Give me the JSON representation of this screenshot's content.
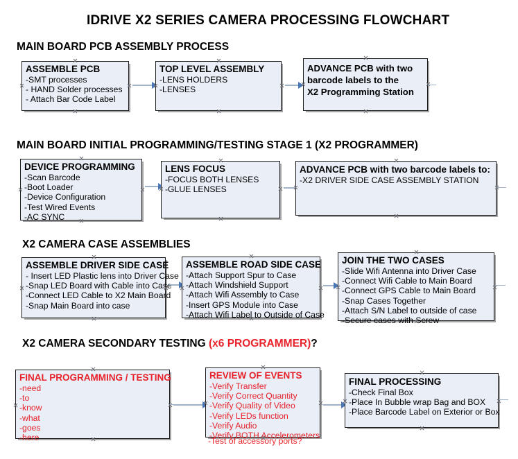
{
  "title": "IDRIVE X2  SERIES CAMERA PROCESSING FLOWCHART",
  "colors": {
    "box_fill": "#e9eef7",
    "box_border": "#1b1b1b",
    "accent_red": "#e8222a",
    "arrow_line": "#9fb2c8",
    "arrow_head": "#4a77b5",
    "text": "#000000",
    "page_background": "#ffffff"
  },
  "sections": [
    {
      "heading": "MAIN BOARD PCB ASSEMBLY PROCESS",
      "heading_accent": "",
      "heading_tail": "",
      "boxes": [
        {
          "title": "ASSEMBLE PCB",
          "lines": [
            "-SMT processes",
            "- HAND Solder processes",
            "- Attach Bar Code Label"
          ],
          "color": "black"
        },
        {
          "title": "TOP LEVEL ASSEMBLY",
          "lines": [
            "-LENS HOLDERS",
            "-LENSES"
          ],
          "color": "black"
        },
        {
          "title": "ADVANCE PCB with two",
          "lines": [
            "barcode labels to the",
            " X2 Programming Station"
          ],
          "color": "black"
        }
      ]
    },
    {
      "heading": "MAIN BOARD INITIAL PROGRAMMING/TESTING STAGE 1 (X2 PROGRAMMER)",
      "heading_accent": "",
      "heading_tail": "",
      "boxes": [
        {
          "title": "DEVICE PROGRAMMING",
          "lines": [
            "-Scan Barcode",
            "-Boot Loader",
            "-Device Configuration",
            "-Test Wired Events",
            "-AC SYNC"
          ],
          "color": "black"
        },
        {
          "title": "LENS FOCUS",
          "lines": [
            "-FOCUS BOTH LENSES",
            "-GLUE LENSES"
          ],
          "color": "black"
        },
        {
          "title": "ADVANCE PCB with two barcode labels to:",
          "lines": [
            "-X2 DRIVER  SIDE  CASE  ASSEMBLY STATION"
          ],
          "color": "black"
        }
      ]
    },
    {
      "heading": "X2 CAMERA CASE ASSEMBLIES",
      "heading_accent": "",
      "heading_tail": "",
      "boxes": [
        {
          "title": "ASSEMBLE DRIVER SIDE CASE",
          "lines": [
            "- Insert LED Plastic lens into Driver Case",
            "-Snap LED Board with Cable into Case",
            "-Connect LED Cable to X2 Main Board",
            "-Snap Main Board into case"
          ],
          "color": "black"
        },
        {
          "title": "ASSEMBLE ROAD SIDE CASE",
          "lines": [
            "-Attach Support Spur to Case",
            "-Attach Windshield Support",
            "-Attach Wifi Assembly to Case",
            "-Insert GPS Module into Case",
            "-Attach Wifi Label to Outside of Case"
          ],
          "color": "black"
        },
        {
          "title": "JOIN THE TWO CASES",
          "lines": [
            "-Slide Wifi Antenna into Driver Case",
            "-Connect Wifi Cable to Main Board",
            "-Connect GPS Cable to Main Board",
            "-Snap Cases Together",
            "-Attach S/N Label to outside of case",
            "-Secure cases with Screw"
          ],
          "color": "black"
        }
      ]
    },
    {
      "heading": "X2 CAMERA SECONDARY TESTING ",
      "heading_accent": "(x6 PROGRAMMER)",
      "heading_tail": "?",
      "boxes": [
        {
          "title": "FINAL PROGRAMMING / TESTING",
          "lines": [
            "-need",
            "-to",
            "-know",
            "-what",
            "-goes",
            "-here"
          ],
          "color": "red"
        },
        {
          "title": "REVIEW OF EVENTS",
          "lines": [
            "-Verify Transfer",
            "-Verify Correct Quantity",
            "-Verify Quality of Video",
            "-Verify LEDs function",
            "-Verify Audio",
            "-Verify BOTH Accelerometers"
          ],
          "overflow_line": "-Test of accessory ports?",
          "color": "red"
        },
        {
          "title": "FINAL PROCESSING",
          "lines": [
            " -Check Final Box",
            "-Place In Bubble wrap Bag and BOX",
            "-Place Barcode Label on Exterior or Box"
          ],
          "color": "black"
        }
      ]
    }
  ]
}
